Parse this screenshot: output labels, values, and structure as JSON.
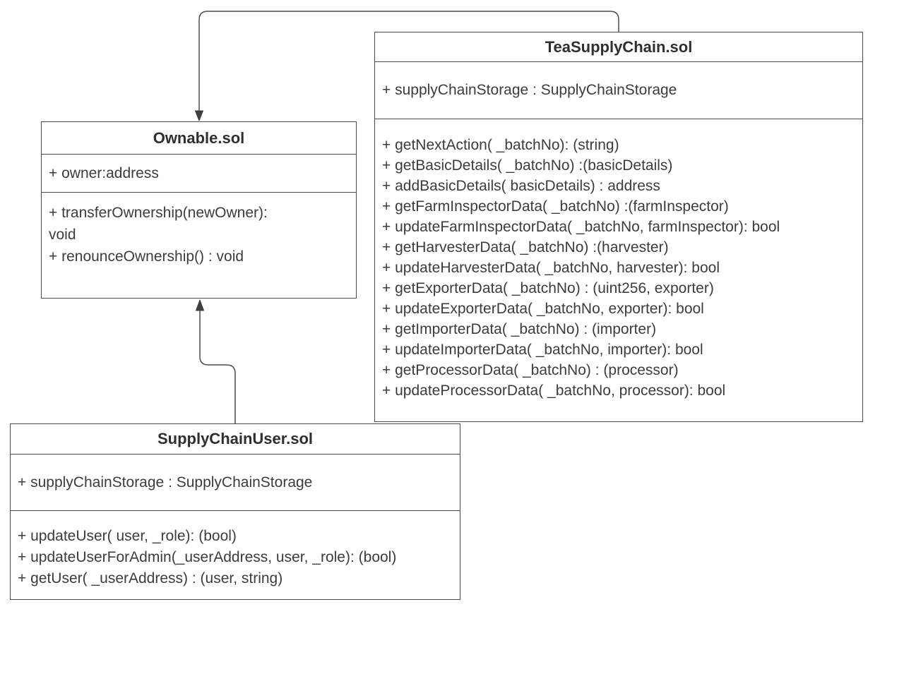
{
  "diagram_type": "uml-class-diagram",
  "colors": {
    "background": "#ffffff",
    "box_border": "#4a4a4a",
    "title_text": "#2f2f2f",
    "body_text": "#3c3c3c",
    "connector": "#4d4d4d"
  },
  "classes": {
    "ownable": {
      "title": "Ownable.sol",
      "attributes": [
        "+ owner:address"
      ],
      "methods": [
        "+ transferOwnership(newOwner): void",
        "+ renounceOwnership() : void"
      ]
    },
    "tea": {
      "title": "TeaSupplyChain.sol",
      "attributes": [
        "+ supplyChainStorage : SupplyChainStorage"
      ],
      "methods": [
        "+ getNextAction( _batchNo): (string)",
        "+ getBasicDetails( _batchNo) :(basicDetails)",
        "+ addBasicDetails( basicDetails) : address",
        "+ getFarmInspectorData( _batchNo) :(farmInspector)",
        "+ updateFarmInspectorData( _batchNo, farmInspector): bool",
        "+ getHarvesterData( _batchNo) :(harvester)",
        "+ updateHarvesterData( _batchNo, harvester): bool",
        "+ getExporterData( _batchNo) : (uint256, exporter)",
        "+ updateExporterData( _batchNo, exporter): bool",
        "+ getImporterData( _batchNo) : (importer)",
        "+ updateImporterData( _batchNo, importer): bool",
        "+ getProcessorData( _batchNo) : (processor)",
        "+ updateProcessorData( _batchNo, processor): bool"
      ]
    },
    "user": {
      "title": "SupplyChainUser.sol",
      "attributes": [
        "+ supplyChainStorage : SupplyChainStorage"
      ],
      "methods": [
        "+ updateUser( user, _role): (bool)",
        "+ updateUserForAdmin(_userAddress, user, _role): (bool)",
        "+ getUser( _userAddress) : (user, string)"
      ]
    }
  },
  "relations": [
    {
      "from": "TeaSupplyChain.sol",
      "to": "Ownable.sol",
      "type": "directed-arrow",
      "target_side": "top"
    },
    {
      "from": "SupplyChainUser.sol",
      "to": "Ownable.sol",
      "type": "directed-arrow",
      "target_side": "bottom"
    }
  ]
}
